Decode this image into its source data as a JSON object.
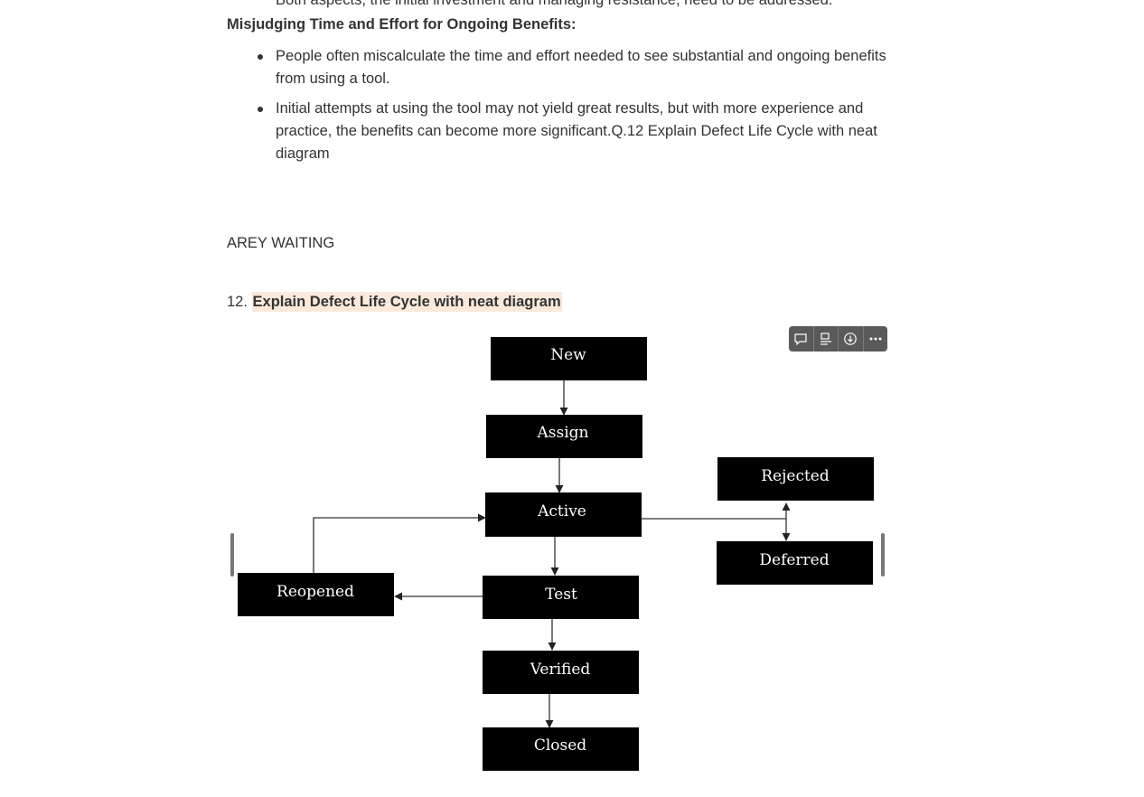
{
  "content": {
    "cut_line": "Both aspects, the initial investment and managing resistance, need to be addressed.",
    "subheading": "Misjudging Time and Effort for Ongoing Benefits:",
    "bullets": [
      "People often miscalculate the time and effort needed to see substantial and ongoing benefits from using a tool.",
      "Initial attempts at using the tool may not yield great results, but with more experience and practice, the benefits can become more significant.Q.12 Explain Defect Life Cycle with neat diagram"
    ],
    "plain_text": "AREY WAITING",
    "numbered_item": {
      "number": "12.",
      "text": "Explain Defect Life Cycle with neat diagram"
    }
  },
  "image_toolbar": {
    "icons": [
      "comment-icon",
      "alt-text-icon",
      "download-icon",
      "more-icon"
    ]
  },
  "diagram": {
    "nodes": {
      "new": "New",
      "assign": "Assign",
      "active": "Active",
      "rejected": "Rejected",
      "deferred": "Deferred",
      "reopened": "Reopened",
      "test": "Test",
      "verified": "Verified",
      "closed": "Closed"
    },
    "edges": [
      [
        "New",
        "Assign"
      ],
      [
        "Assign",
        "Active"
      ],
      [
        "Active",
        "Test"
      ],
      [
        "Active",
        "Rejected"
      ],
      [
        "Active",
        "Deferred"
      ],
      [
        "Test",
        "Reopened"
      ],
      [
        "Reopened",
        "Active"
      ],
      [
        "Test",
        "Verified"
      ],
      [
        "Verified",
        "Closed"
      ]
    ]
  },
  "colors": {
    "highlight": "#fbe9dc",
    "node_fill": "#000000",
    "toolbar_bg": "#5a5a5a"
  }
}
